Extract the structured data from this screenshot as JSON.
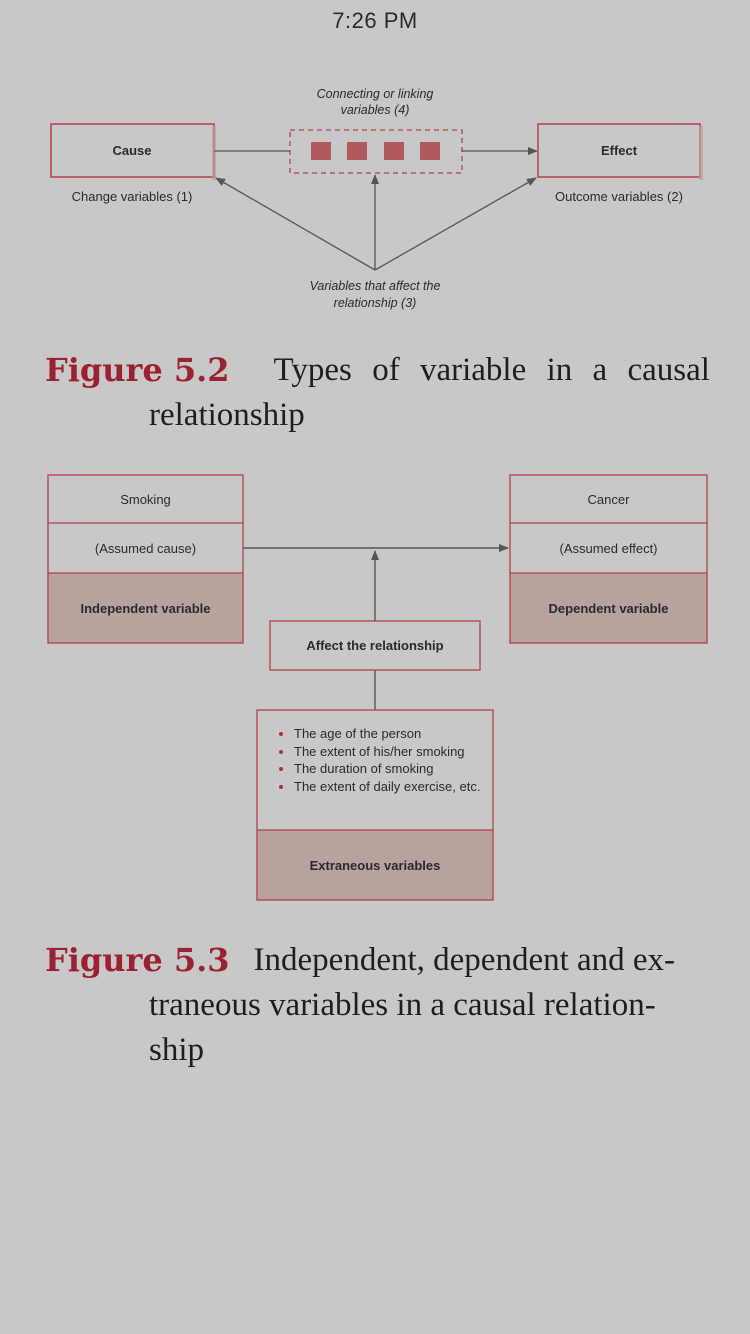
{
  "status_bar": {
    "time": "7:26 PM"
  },
  "figure_5_2": {
    "cause_label": "Cause",
    "effect_label": "Effect",
    "change_variables": "Change variables (1)",
    "outcome_variables": "Outcome variables (2)",
    "connecting_line1": "Connecting or linking",
    "connecting_line2": "variables (4)",
    "affect_line1": "Variables that affect the",
    "affect_line2": "relationship (3)",
    "caption": {
      "number": "Figure 5.2",
      "words": [
        "Types",
        "of",
        "variable",
        "in",
        "a",
        "causal"
      ],
      "line2": "relationship"
    }
  },
  "figure_5_3": {
    "smoking": "Smoking",
    "assumed_cause": "(Assumed cause)",
    "independent_variable": "Independent variable",
    "cancer": "Cancer",
    "assumed_effect": "(Assumed effect)",
    "dependent_variable": "Dependent variable",
    "affect_relationship": "Affect the relationship",
    "extraneous_items": [
      "The age of the person",
      "The extent of his/her smoking",
      "The duration of smoking",
      "The extent of daily exercise, etc."
    ],
    "extraneous_variables": "Extraneous variables",
    "caption": {
      "number": "Figure 5.3",
      "line1": "Independent, dependent and ex-",
      "line2": "traneous variables in a causal relation-",
      "line3": "ship"
    }
  },
  "colors": {
    "accent": "#9b2130",
    "box_border": "#b2404a",
    "box_fill": "#b9a19d",
    "page_background": "#c8c8c8",
    "arrow": "#555555"
  }
}
